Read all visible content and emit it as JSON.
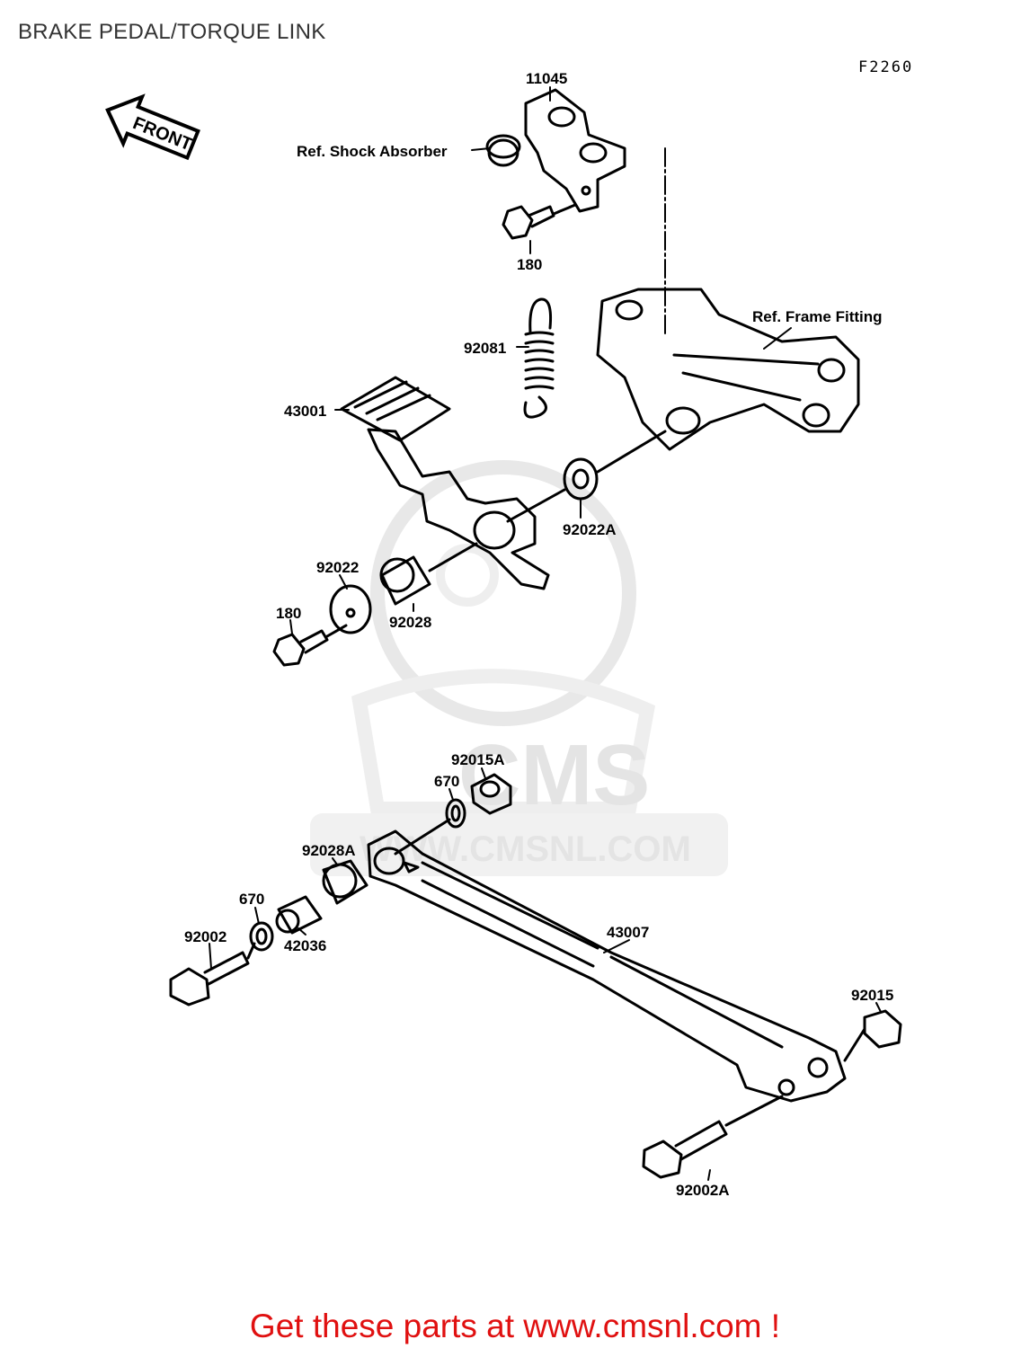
{
  "header": {
    "title": "BRAKE PEDAL/TORQUE LINK"
  },
  "figure_code": "F2260",
  "front_arrow_label": "FRONT",
  "watermark": {
    "brand": "CMS",
    "url": "WWW.CMSNL.COM"
  },
  "callouts": {
    "p11045": "11045",
    "shock_absorber": "Ref. Shock Absorber",
    "p180_top": "180",
    "frame_fitting": "Ref. Frame Fitting",
    "p92081": "92081",
    "p43001": "43001",
    "p92022A": "92022A",
    "p92022": "92022",
    "p180_bottom": "180",
    "p92028": "92028",
    "p92015A": "92015A",
    "p670_top": "670",
    "p92028A": "92028A",
    "p670_bottom": "670",
    "p92002": "92002",
    "p42036": "42036",
    "p43007": "43007",
    "p92015": "92015",
    "p92002A": "92002A"
  },
  "footer": {
    "link_text": "Get these parts at www.cmsnl.com !"
  },
  "colors": {
    "link": "#e01010",
    "title": "#333333",
    "watermark": "#e4e4e4"
  }
}
